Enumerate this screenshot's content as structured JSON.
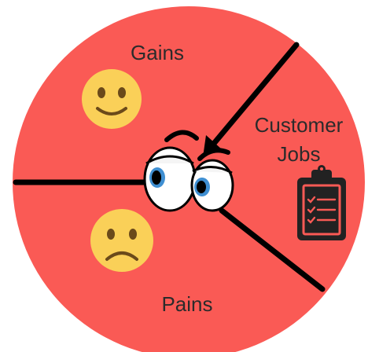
{
  "diagram": {
    "segments": [
      {
        "key": "gains",
        "label": "Gains",
        "icon": "happy-face-icon"
      },
      {
        "key": "customer_jobs",
        "label_lines": [
          "Customer",
          "Jobs"
        ],
        "icon": "clipboard-checklist-icon"
      },
      {
        "key": "pains",
        "label": "Pains",
        "icon": "sad-face-icon"
      }
    ],
    "center_icon": "suspicious-eyes-icon",
    "colors": {
      "circle": "#fa5a55",
      "divider": "#000000",
      "face": "#fad058",
      "face_feature": "#6b4a1a",
      "clipboard": "#222222",
      "iris": "#3f8fd2"
    }
  }
}
